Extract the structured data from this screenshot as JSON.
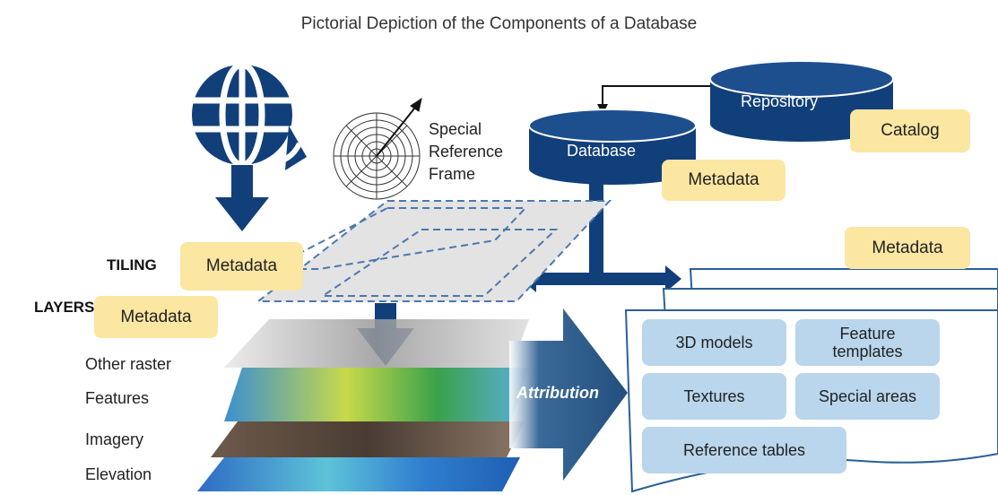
{
  "title": "Pictorial Depiction of the Components of a Database",
  "repository": {
    "label": "Repository",
    "metadata": "Catalog"
  },
  "database": {
    "label": "Database",
    "metadata": "Metadata"
  },
  "special_reference_frame": [
    "Special",
    "Reference",
    "Frame"
  ],
  "tiling": {
    "label": "TILING",
    "metadata": "Metadata"
  },
  "layers": {
    "label": "LAYERS",
    "metadata": "Metadata",
    "items": [
      "Other raster",
      "Features",
      "Imagery",
      "Elevation"
    ]
  },
  "attribution": {
    "label": "Attribution",
    "metadata": "Metadata",
    "items": [
      "3D models",
      "Feature templates",
      "Textures",
      "Special areas",
      "Reference tables"
    ]
  },
  "colors": {
    "navy": "#113f7a",
    "metadata_fill": "#fbe6a2",
    "attribute_box_fill": "#b9d6ec",
    "attribution_arrow": "#2f5f8f"
  }
}
